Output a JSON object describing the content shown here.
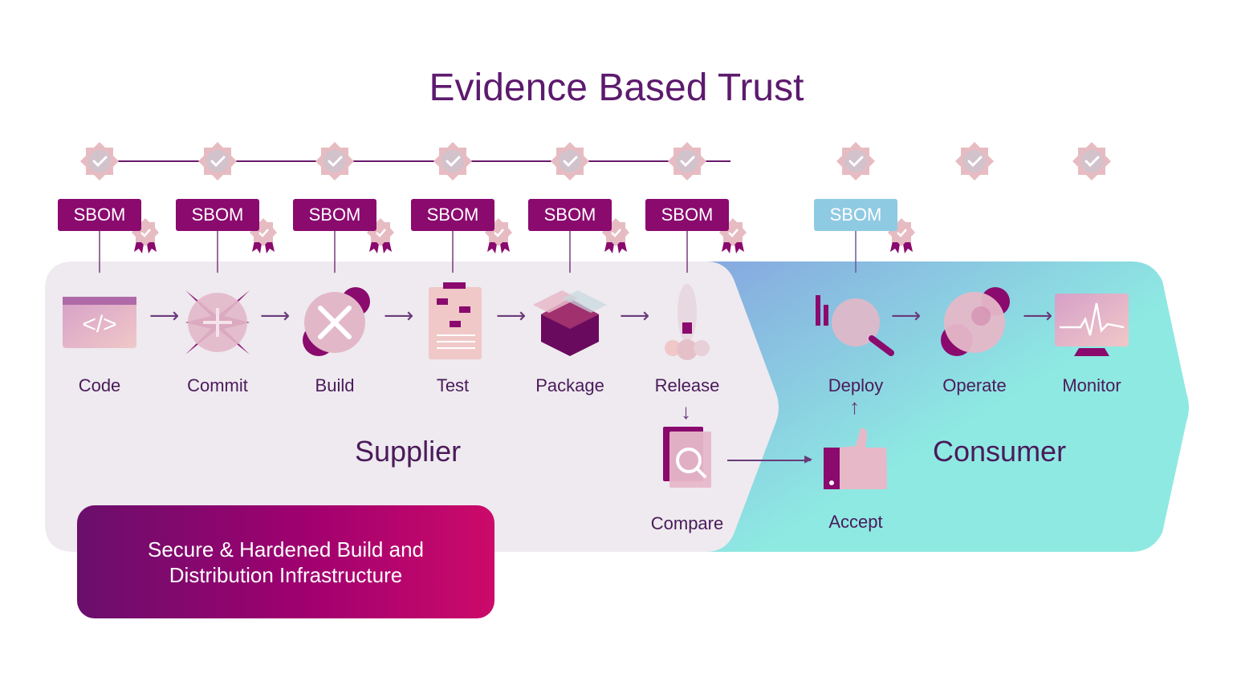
{
  "title": "Evidence Based Trust",
  "sbom_label": "SBOM",
  "stages": [
    {
      "name": "Code"
    },
    {
      "name": "Commit"
    },
    {
      "name": "Build"
    },
    {
      "name": "Test"
    },
    {
      "name": "Package"
    },
    {
      "name": "Release"
    },
    {
      "name": "Deploy"
    },
    {
      "name": "Operate"
    },
    {
      "name": "Monitor"
    }
  ],
  "extra_nodes": {
    "compare": "Compare",
    "accept": "Accept"
  },
  "sections": {
    "supplier": "Supplier",
    "consumer": "Consumer"
  },
  "banner": {
    "line1": "Secure & Hardened Build and",
    "line2": "Distribution Infrastructure"
  },
  "colors": {
    "title": "#5c1a6e",
    "supplier_accent": "#8a0a6e",
    "consumer_accent": "#8fcae3",
    "supplier_panel": "#eeeaef",
    "consumer_panel_start": "#86a8e0",
    "consumer_panel_end": "#8ee9e2",
    "banner_start": "#6a0f6c",
    "banner_end": "#cc0a6a"
  }
}
